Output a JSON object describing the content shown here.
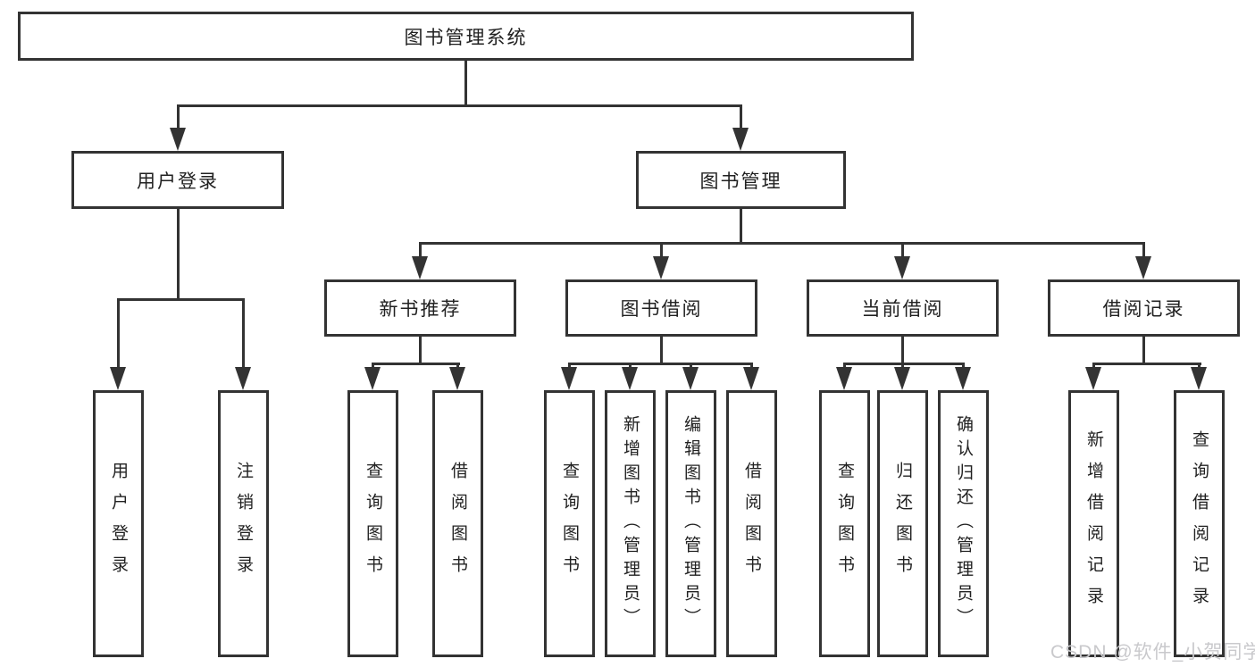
{
  "diagram": {
    "root": {
      "label": "图书管理系统"
    },
    "level2": [
      {
        "label": "用户登录"
      },
      {
        "label": "图书管理"
      }
    ],
    "level3": [
      {
        "label": "新书推荐"
      },
      {
        "label": "图书借阅"
      },
      {
        "label": "当前借阅"
      },
      {
        "label": "借阅记录"
      }
    ],
    "leaves": {
      "login": [
        "用户登录",
        "注销登录"
      ],
      "recommend": [
        "查询图书",
        "借阅图书"
      ],
      "borrow": [
        "查询图书",
        "新增图书（管理员）",
        "编辑图书（管理员）",
        "借阅图书"
      ],
      "current": [
        "查询图书",
        "归还图书",
        "确认归还（管理员）"
      ],
      "records": [
        "新增借阅记录",
        "查询借阅记录"
      ]
    }
  },
  "watermark": {
    "text": "CSDN @软件_小贺同学"
  },
  "colors": {
    "line": "#333333",
    "text": "#212121",
    "watermark": "#c9c9cc",
    "background": "#ffffff"
  }
}
